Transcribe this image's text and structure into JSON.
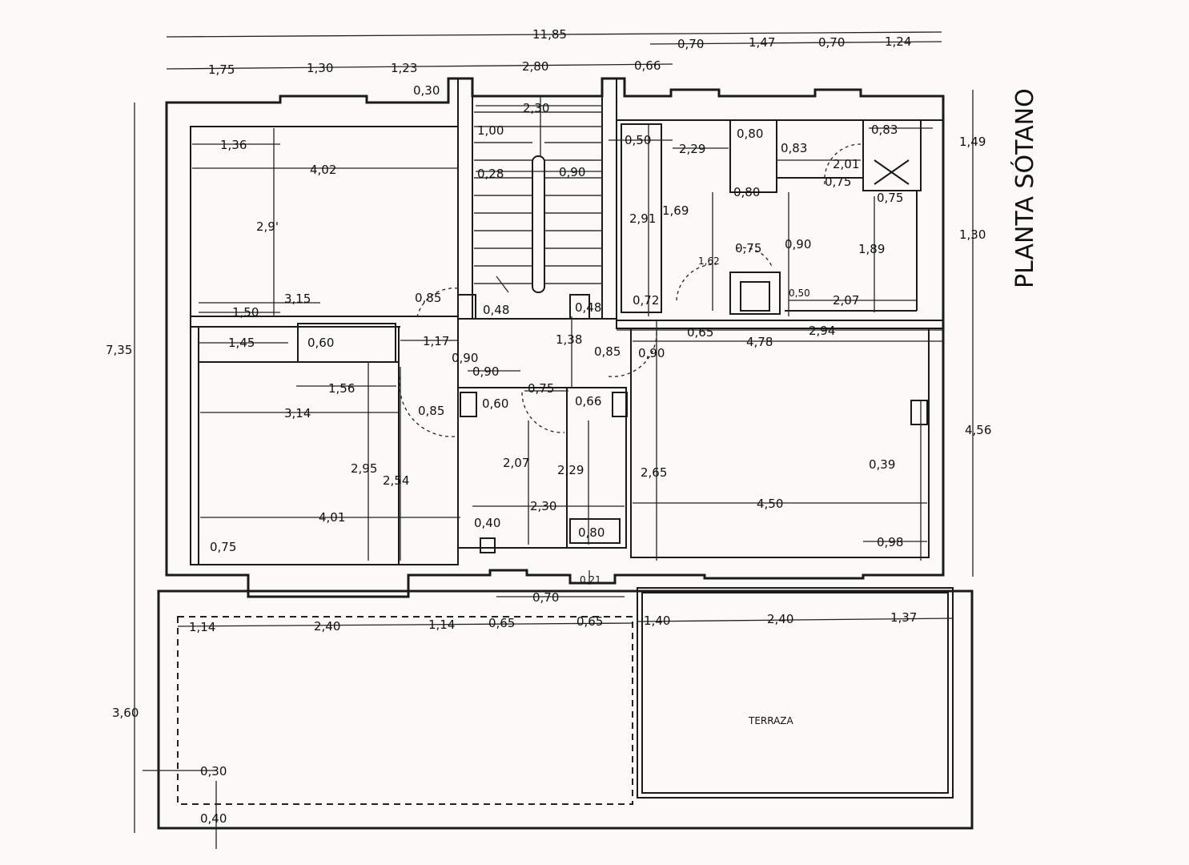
{
  "plan": {
    "title": "PLANTA SÓTANO",
    "terrace_label": "TERRAZA",
    "dims": {
      "overall_width": "11,85",
      "top_r1": "0,70",
      "top_r2": "1,47",
      "top_r3": "0,70",
      "top_r4": "1,24",
      "top_l1": "1,75",
      "top_l2": "1,30",
      "top_l3": "1,23",
      "top_l4": "2,80",
      "top_l5": "0,66",
      "wall_030": "0,30",
      "stair_230": "2,30",
      "stair_100": "1,00",
      "stair_028": "0,28",
      "stair_090": "0,90",
      "room_a_136": "1,36",
      "room_a_402": "4,02",
      "room_a_291": "2,9'",
      "room_a_315": "3,15",
      "room_a_150": "1,50",
      "door_085a": "0,85",
      "left_height": "7,35",
      "room_b_145": "1,45",
      "room_b_060": "0,60",
      "room_b_156": "1,56",
      "room_b_314": "3,14",
      "room_b_295": "2,95",
      "room_b_254": "2,54",
      "room_b_401": "4,01",
      "room_b_075": "0,75",
      "door_085b": "0,85",
      "hall_048a": "0,48",
      "hall_048b": "0,48",
      "hall_117": "1,17",
      "hall_090a": "0,90",
      "hall_090b": "0,90",
      "hall_138": "1,38",
      "hall_085": "0,85",
      "hall_090c": "0,90",
      "bath_075": "0,75",
      "bath_060": "0,60",
      "bath_066": "0,66",
      "bath_207": "2,07",
      "bath_229": "2,29",
      "bath_230": "2,30",
      "bath_040": "0,40",
      "bath_080": "0,80",
      "bath_021": "0,21",
      "bath_070": "0,70",
      "k_050": "0,50",
      "k_229": "2,29",
      "k_080a": "0,80",
      "k_083a": "0,83",
      "k_083b": "0,83",
      "k_201": "2,01",
      "k_075a": "0,75",
      "k_075b": "0,75",
      "k_080b": "0,80",
      "k_291": "2,91",
      "k_169": "1,69",
      "k_075c": "0,75",
      "k_090": "0,90",
      "k_189": "1,89",
      "k_162": "1,62",
      "k_072": "0,72",
      "k_050b": "0,50",
      "k_207": "2,07",
      "right_149": "1,49",
      "right_130": "1,30",
      "right_456": "4,56",
      "liv_065": "0,65",
      "liv_294": "2,94",
      "liv_478": "4,78",
      "liv_265": "2,65",
      "liv_450": "4,50",
      "liv_039": "0,39",
      "liv_098": "0,98",
      "b_114a": "1,14",
      "b_240a": "2,40",
      "b_114b": "1,14",
      "b_065a": "0,65",
      "b_065b": "0,65",
      "b_140": "1,40",
      "b_240b": "2,40",
      "b_137": "1,37",
      "left_360": "3,60",
      "b_030": "0,30",
      "b_040": "0,40"
    }
  }
}
